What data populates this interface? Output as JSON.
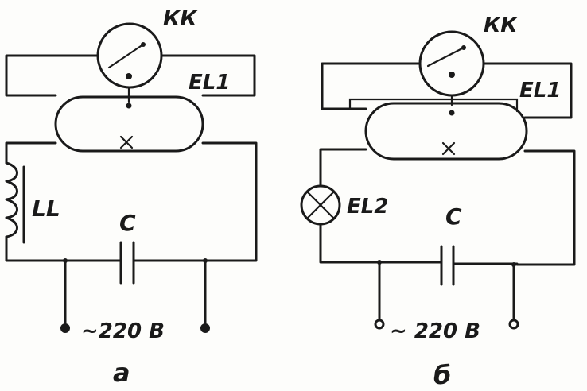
{
  "circuit_a": {
    "starter_label": "КК",
    "lamp_label": "EL1",
    "choke_label": "LL",
    "capacitor_label": "C",
    "supply_label": "~220 В",
    "caption": "а"
  },
  "circuit_b": {
    "starter_label": "КК",
    "lamp_label": "EL1",
    "lamp2_label": "EL2",
    "capacitor_label": "C",
    "supply_label": "~ 220 В",
    "caption": "б"
  }
}
